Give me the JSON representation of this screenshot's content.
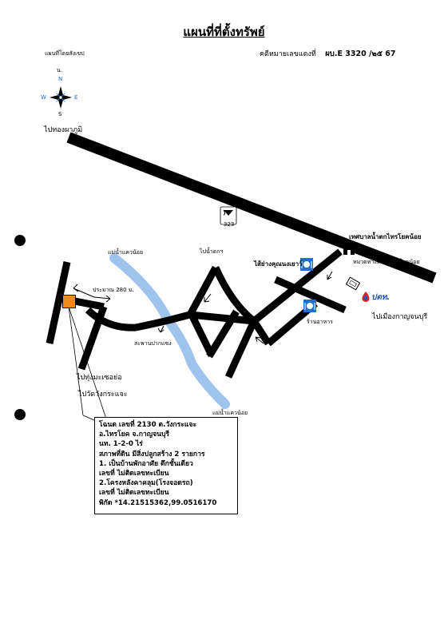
{
  "header": {
    "title": "แผนที่ที่ตั้งทรัพย์",
    "map_type": "แผนที่โดยสังเขป",
    "case_label": "คดีหมายเลขแดงที่",
    "case_number": "ผบ.E 3320  /๒๕ 67"
  },
  "compass": {
    "north_label": "น.",
    "n": "N",
    "s": "S",
    "e": "E",
    "w": "W"
  },
  "labels": {
    "to_thong_pha_phum": "ไปทองผาภูมิ",
    "highway_number": "323",
    "municipality": "เทศบาลน้ำตกไทรโยคน้อย",
    "mae_nam_top": "แม่น้ำแควน้อย",
    "to_waterfall": "ไปน้ำตกฯ",
    "restaurant_top": "ไส้ย่างคุณนงเยาว์",
    "police": "หมวดทางหลวงไทรโยคน้อย",
    "distance": "ประมาณ 280 ม.",
    "ptt_brand": "ปตท.",
    "to_kanchanaburi": "ไปเมืองกาญจนบุรี",
    "restaurant_bottom": "ร้านอาหาร",
    "bridge": "สะพานปากแซง",
    "to_tum_ma_saeo": "ไปทุ่งมะเซอย่อ",
    "to_wat_wang_krajae": "ไปวัดวังกระแจะ",
    "mae_nam_bottom": "แม่น้ำแควน้อย"
  },
  "info_box": {
    "lines": [
      "โฉนด เลขที่ 2130  ต.วังกระแจะ",
      "อ.ไทรโยค  จ.กาญจนบุรี",
      "นท. 1-2-0 ไร่",
      "สภาพที่ดิน มีสิ่งปลูกสร้าง 2 รายการ",
      "1. เป็นบ้านพักอาศัย ตึกชั้นเดียว",
      "เลขที่ ไม่ติดเลขทะเบียน",
      "2.โครงหลังคาคลุม(โรงจอดรถ)",
      " เลขที่ ไม่ติดเลขทะเบียน",
      "พิกัด *14.21515362,99.0516170"
    ]
  },
  "colors": {
    "road": "#000000",
    "river": "#9ec3ec",
    "property_marker": "#f08a1a",
    "icon_blue": "#1f6fd0",
    "ptt_blue": "#1f57b3",
    "ptt_red": "#e02020"
  },
  "icons": [
    "compass-rose-icon",
    "highway-shield-icon",
    "building-icon",
    "restaurant-icon",
    "police-box-icon",
    "ptt-logo-icon",
    "property-marker-icon"
  ]
}
